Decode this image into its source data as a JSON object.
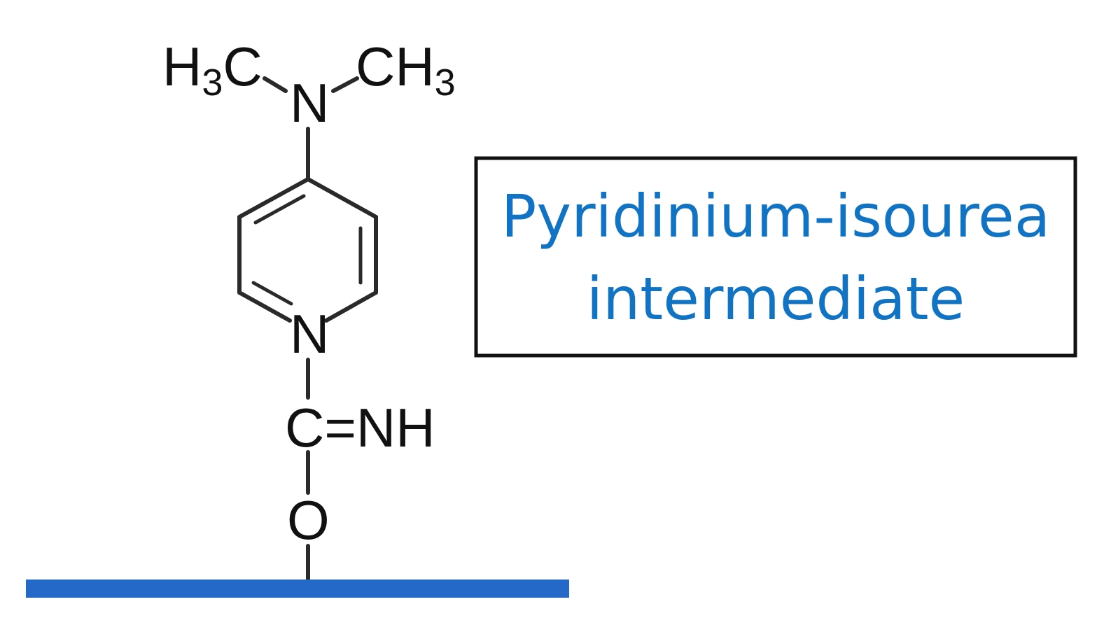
{
  "structure": {
    "methyl_left": {
      "main": "H",
      "sub": "3",
      "tail": "C"
    },
    "methyl_right": {
      "main": "CH",
      "sub": "3"
    },
    "amine_n": "N",
    "ring_n": "N",
    "imine_group": "C=NH",
    "ester_o": "O"
  },
  "label": {
    "line1": "Pyridinium-isourea",
    "line2": "intermediate",
    "color": "#1173c4"
  },
  "surface_color": "#2469c8"
}
